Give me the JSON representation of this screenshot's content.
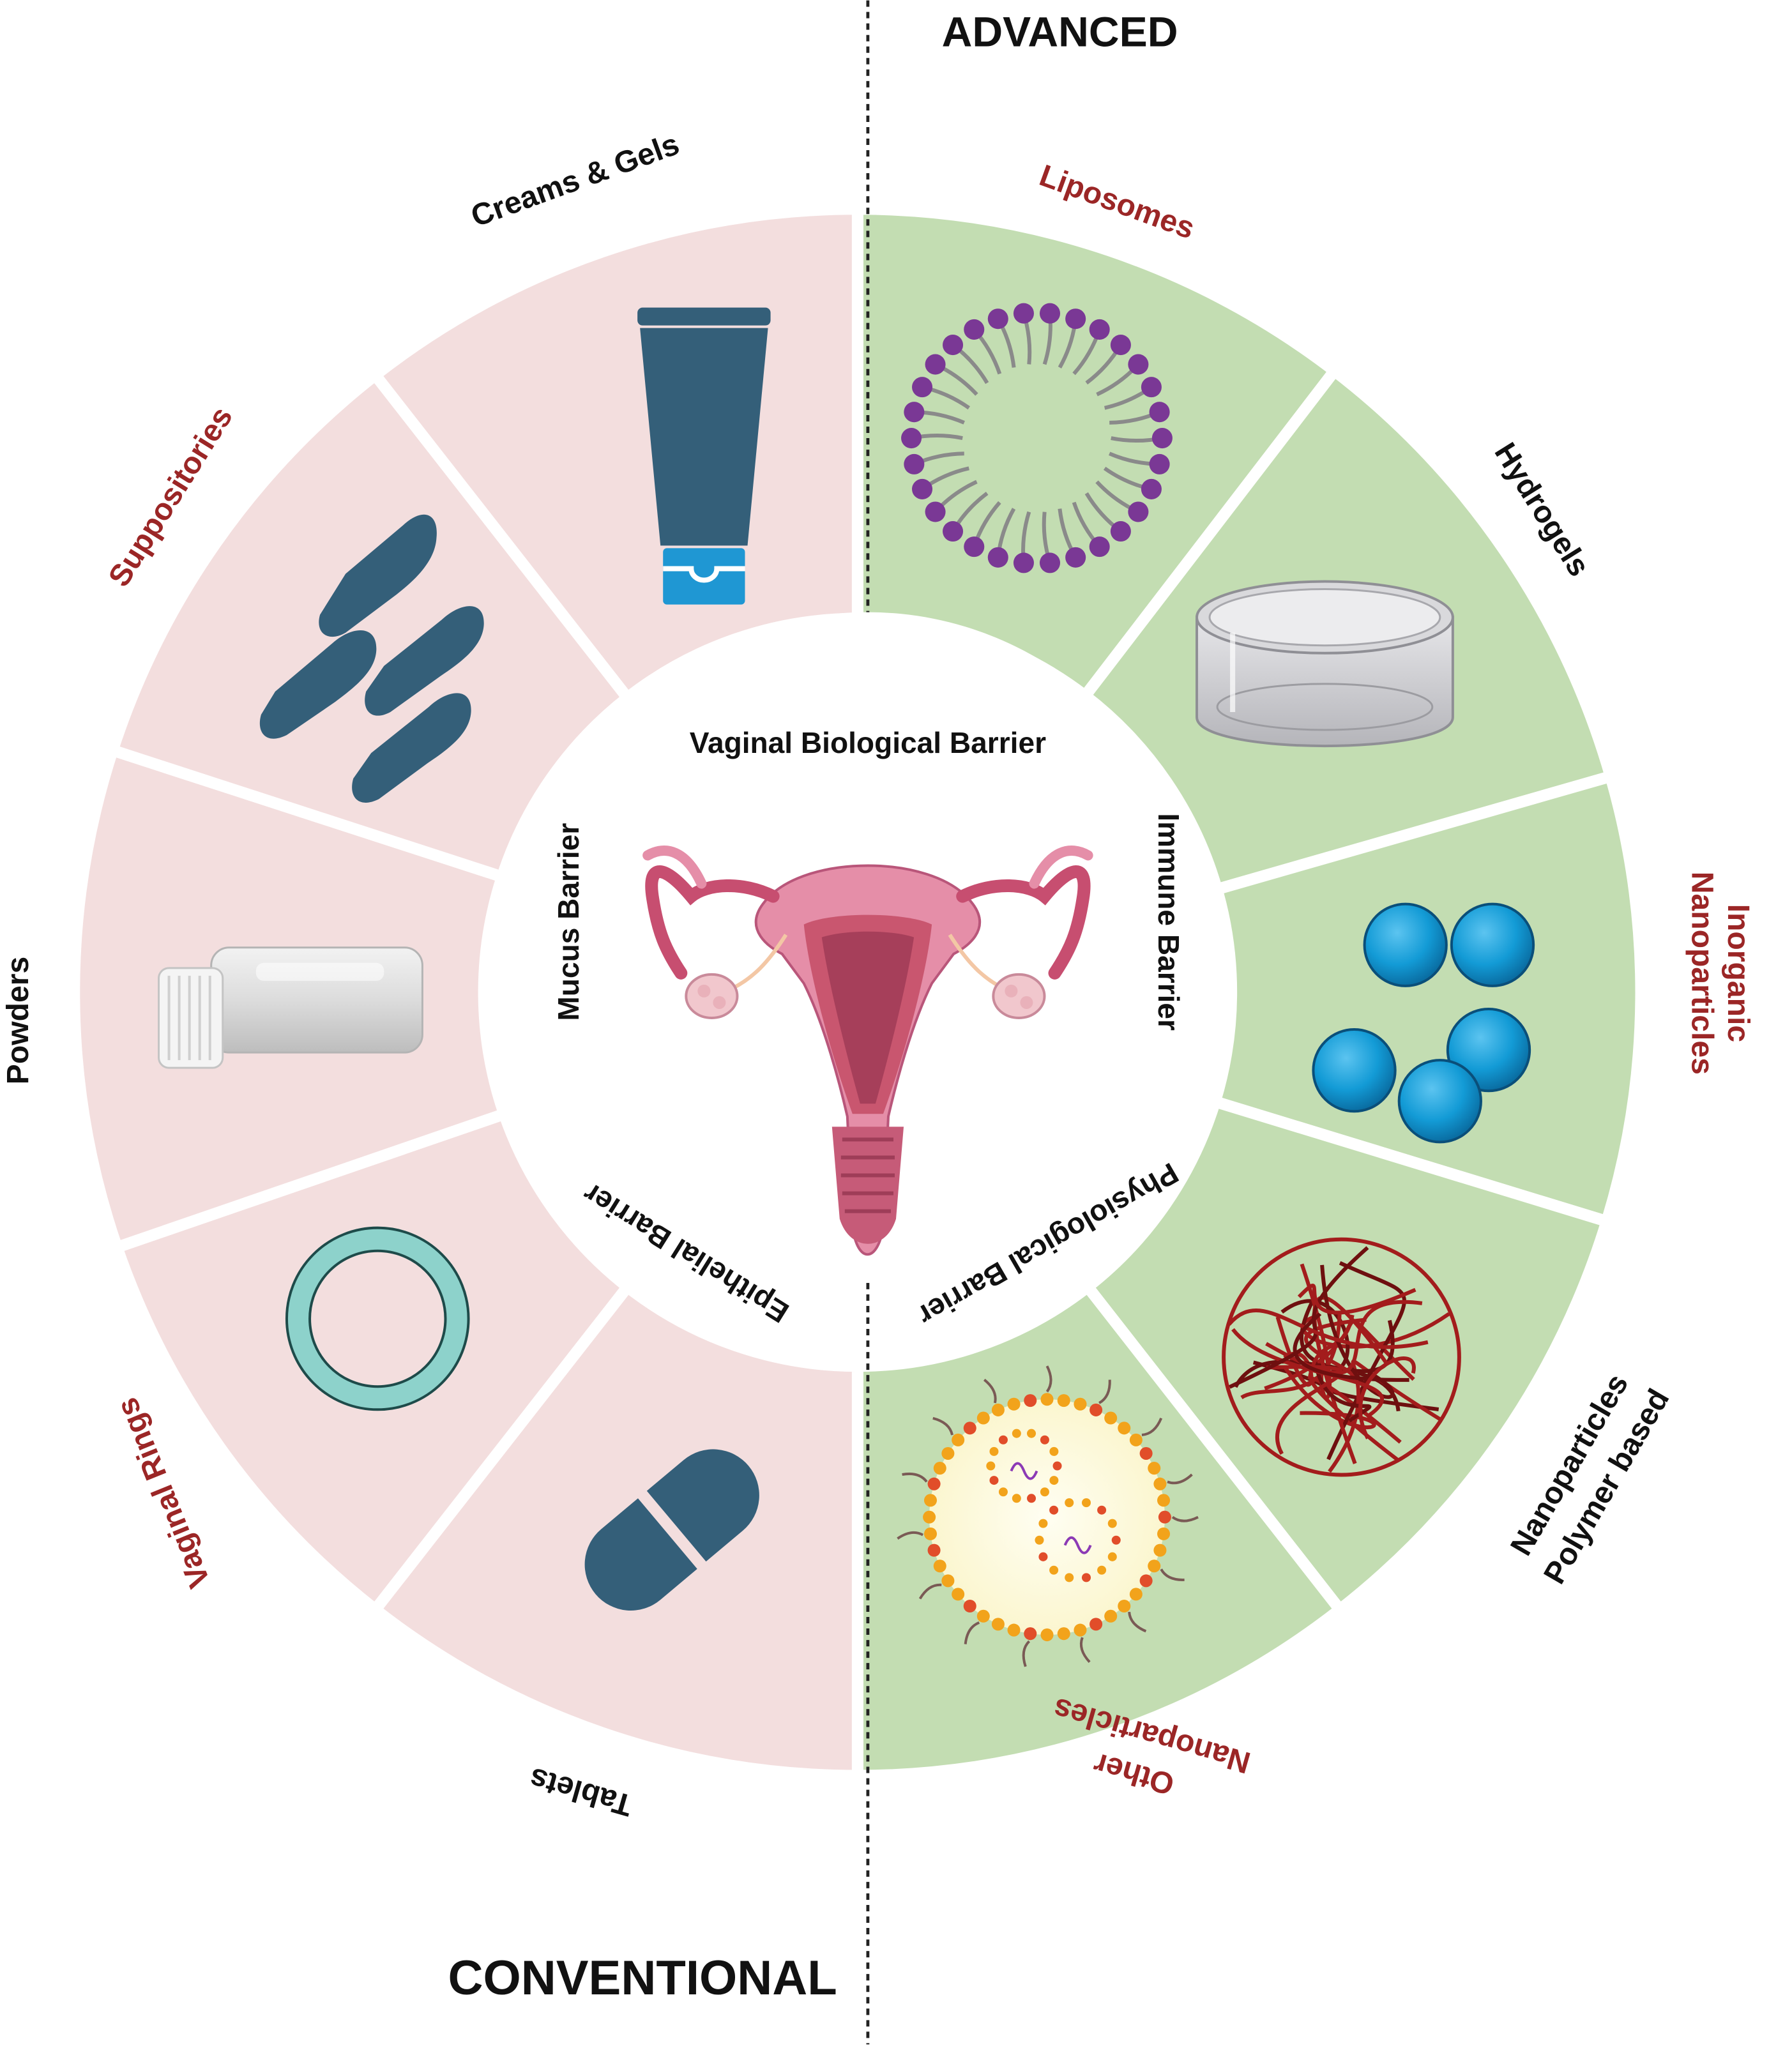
{
  "headings": {
    "advanced": "ADVANCED",
    "conventional": "CONVENTIONAL"
  },
  "center": {
    "title": "Vaginal Biological Barrier",
    "barriers": {
      "mucus": "Mucus Barrier",
      "immune": "Immune  Barrier",
      "physiological": "Physiological Barrier",
      "epithelial": "Epithelial Barrier"
    }
  },
  "conventional_forms": {
    "creams_gels": "Creams & Gels",
    "suppositories": "Suppositories",
    "powders": "Powders",
    "vaginal_rings": "Vaginal Rings",
    "tablets": "Tablets"
  },
  "advanced_forms": {
    "liposomes": "Liposomes",
    "hydrogels": "Hydrogels",
    "inorganic_1": "Inorganic",
    "inorganic_2": "Nanoparticles",
    "polymer_1": "Polymer based",
    "polymer_2": "Nanoparticles",
    "other_1": "Other",
    "other_2": "Nanoparticles"
  },
  "colors": {
    "conventional_fill": "#f3dede",
    "advanced_fill": "#c3ddb2",
    "label_dark": "#111111",
    "label_red": "#9b2626",
    "icon_navy": "#345f79",
    "icon_blue": "#1f97d3",
    "liposome_purple": "#7a3895",
    "ring_teal": "#8dd2cb",
    "polymer_red": "#a31c1c",
    "uterus_pink": "#e58ea8"
  }
}
